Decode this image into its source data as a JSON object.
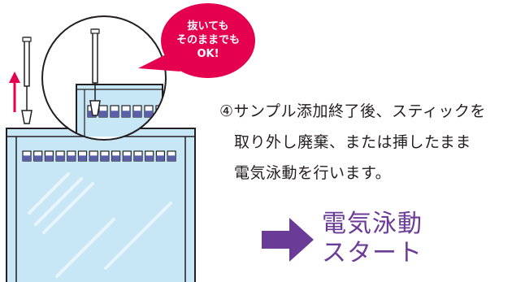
{
  "bubble": {
    "lines": [
      "抜いても",
      "そのままでも",
      "OK!"
    ],
    "color": "#e5004f"
  },
  "instruction": {
    "lines": [
      "④サンプル添加終了後、スティックを",
      "取り外し廃棄、または挿したまま",
      "電気泳動を行います。"
    ]
  },
  "start_label": {
    "lines": [
      "電気泳動",
      "スタート"
    ],
    "color": "#6a3b97"
  },
  "colors": {
    "gel": "#c7e6f6",
    "well": "#5b5fa8",
    "outline": "#231f20",
    "lift_arrow": "#e5004f",
    "start_arrow": "#6a3b97"
  },
  "icons": {
    "lift_arrow": "up-arrow-icon",
    "start_arrow": "right-arrow-icon"
  }
}
